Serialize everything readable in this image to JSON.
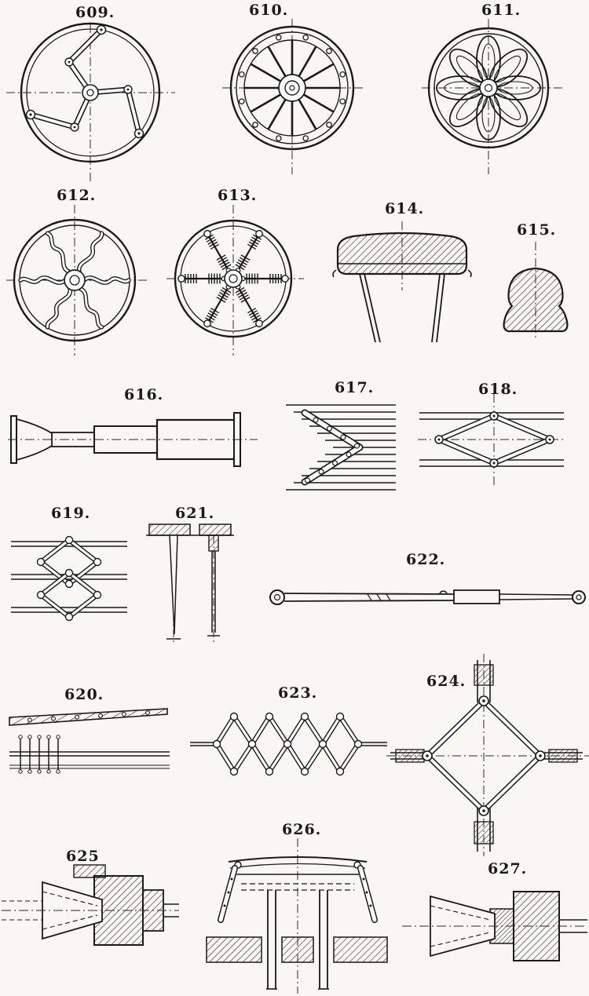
{
  "page": {
    "kind": "mechanical-movements-plate",
    "ink": "#1a1a1a",
    "paper": "#f8f7f3"
  },
  "figures": [
    {
      "label": "609.",
      "name": "wheel-three-crank-link-spokes"
    },
    {
      "label": "610.",
      "name": "handwheel-radial-spokes-studded-rim"
    },
    {
      "label": "611.",
      "name": "wheel-loop-petal-spokes"
    },
    {
      "label": "612.",
      "name": "wheel-wavy-spokes"
    },
    {
      "label": "613.",
      "name": "wheel-wire-wrapped-spokes"
    },
    {
      "label": "614.",
      "name": "hand-grip-cap-section"
    },
    {
      "label": "615.",
      "name": "dome-knob-section"
    },
    {
      "label": "616.",
      "name": "telescopic-tube-side-view"
    },
    {
      "label": "617.",
      "name": "chevron-link-on-plate-stack"
    },
    {
      "label": "618.",
      "name": "single-diamond-lazy-tongs"
    },
    {
      "label": "619.",
      "name": "double-diamond-lazy-tongs"
    },
    {
      "label": "621.",
      "name": "hanging-tapered-rods"
    },
    {
      "label": "622.",
      "name": "extension-rod-with-eye-ends"
    },
    {
      "label": "620.",
      "name": "twisted-rod-and-pin-comb"
    },
    {
      "label": "623.",
      "name": "extended-lazy-tongs"
    },
    {
      "label": "624.",
      "name": "expanding-diamond-cross"
    },
    {
      "label": "625",
      "name": "cone-clamp-section"
    },
    {
      "label": "626.",
      "name": "trestle-table-section"
    },
    {
      "label": "627.",
      "name": "cone-screw-socket-section"
    }
  ]
}
